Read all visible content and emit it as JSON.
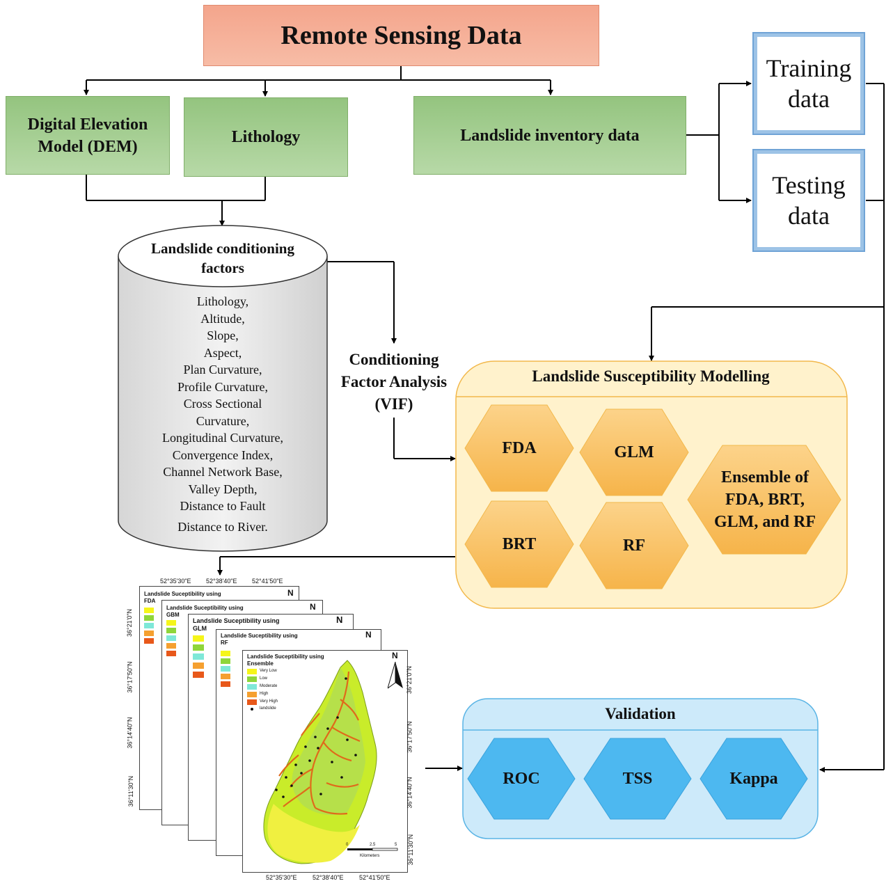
{
  "title": "Remote Sensing Data",
  "inputs": {
    "dem": "Digital Elevation Model (DEM)",
    "lithology": "Lithology",
    "inventory": "Landslide inventory data"
  },
  "split": {
    "training": "Training data",
    "testing": "Testing data"
  },
  "factors": {
    "title": "Landslide conditioning factors",
    "items": [
      "Lithology,",
      "Altitude,",
      "Slope,",
      "Aspect,",
      "Plan Curvature,",
      "Profile Curvature,",
      "Cross Sectional",
      "Curvature,",
      "Longitudinal Curvature,",
      "Convergence Index,",
      "Channel Network Base,",
      "Valley Depth,",
      "Distance to Fault",
      "Distance to River."
    ]
  },
  "vif": "Conditioning Factor Analysis (VIF)",
  "modelling": {
    "title": "Landslide Susceptibility Modelling",
    "fda": "FDA",
    "glm": "GLM",
    "brt": "BRT",
    "rf": "RF",
    "ensemble": "Ensemble of FDA, BRT, GLM, and RF"
  },
  "validation": {
    "title": "Validation",
    "roc": "ROC",
    "tss": "TSS",
    "kappa": "Kappa"
  },
  "maps": {
    "sheets": [
      {
        "title": "Landslide Suceptibility using",
        "model": "FDA"
      },
      {
        "title": "Landslide Suceptibility using",
        "model": "GBM"
      },
      {
        "title": "Landslide Suceptibility using",
        "model": "GLM"
      },
      {
        "title": "Landslide Suceptibility using",
        "model": "RF"
      },
      {
        "title": "Landslide Suceptibility using",
        "model": "Ensemble"
      }
    ],
    "north": "N",
    "top_ticks": [
      "52°35'30\"E",
      "52°38'40\"E",
      "52°41'50\"E"
    ],
    "bottom_ticks": [
      "52°35'30\"E",
      "52°38'40\"E",
      "52°41'50\"E"
    ],
    "left_ticks": [
      "36°21'0\"N",
      "36°17'50\"N",
      "36°14'40\"N",
      "36°11'30\"N"
    ],
    "right_ticks": [
      "36°21'0\"N",
      "36°17'50\"N",
      "36°14'40\"N",
      "36°11'30\"N"
    ],
    "legend": [
      {
        "label": "Very Low",
        "color": "#f5f51a"
      },
      {
        "label": "Low",
        "color": "#8fd63a"
      },
      {
        "label": "Moderate",
        "color": "#7fe8d8"
      },
      {
        "label": "High",
        "color": "#f5a030"
      },
      {
        "label": "Very High",
        "color": "#e8581a"
      }
    ],
    "legend_points": "landslide",
    "scale_ticks": [
      "0",
      "2.5",
      "5"
    ],
    "scale_unit": "Kilometers"
  }
}
